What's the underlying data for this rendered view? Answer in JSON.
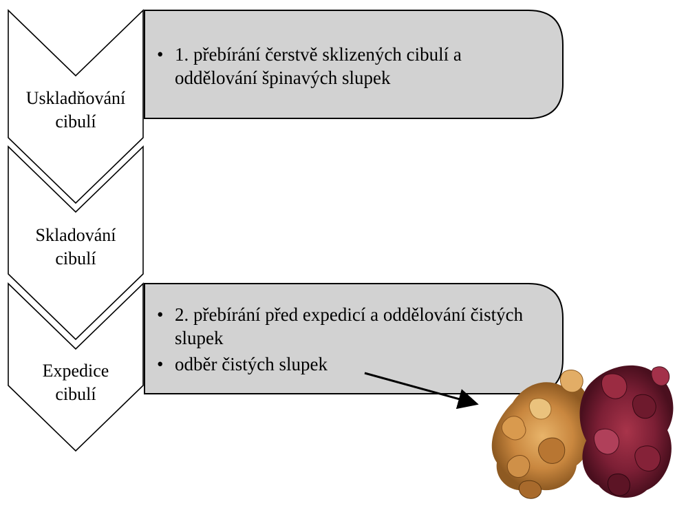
{
  "steps": [
    {
      "line1": "Uskladňování",
      "line2": "cibulí"
    },
    {
      "line1": "Skladování",
      "line2": "cibulí"
    },
    {
      "line1": "Expedice",
      "line2": "cibulí"
    }
  ],
  "boxes": [
    {
      "items": [
        "1. přebírání čerstvě sklizených cibulí a oddělování špinavých slupek"
      ]
    },
    {
      "items": [
        "2. přebírání před expedicí a oddělování čistých slupek",
        "odběr čistých slupek"
      ]
    }
  ],
  "bullet_symbol": "•",
  "colors": {
    "box_fill": "#d2d2d2",
    "outline": "#000000",
    "background": "#ffffff"
  },
  "illustration": {
    "name": "onion-skins-photo"
  }
}
